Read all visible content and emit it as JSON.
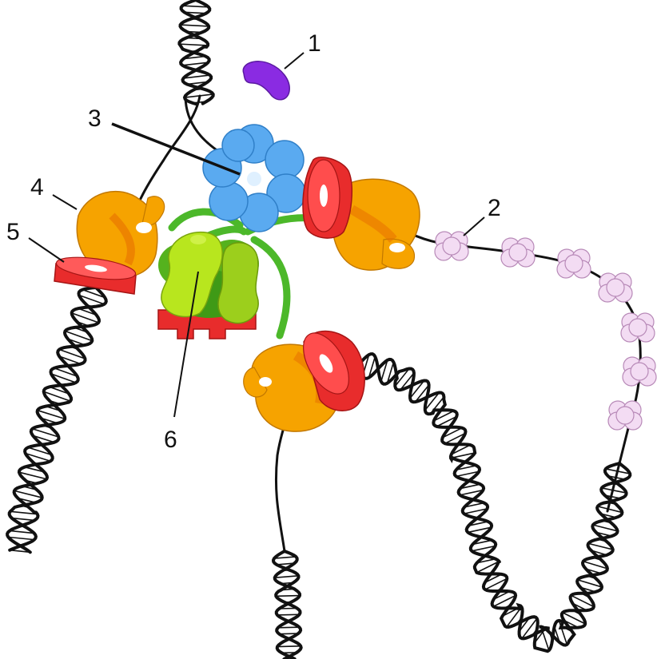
{
  "labels": {
    "l1": "1",
    "l2": "2",
    "l3": "3",
    "l4": "4",
    "l5": "5",
    "l6": "6"
  },
  "colors": {
    "primase": "#8a2be2",
    "nucleosome": "#f3dcf3",
    "helicase": "#5aaaf0",
    "polymerase": "#f6a300",
    "clamp": "#e82c2c",
    "clamp_loader_light": "#b8e61e",
    "clamp_loader_dark": "#55b21e",
    "tether": "#4cb82a",
    "dna": "#111111"
  },
  "icons": {
    "primase": "purple-bean-icon",
    "nucleosome": "nucleosome-cluster-icon",
    "helicase": "helicase-ring-icon",
    "polymerase": "polymerase-icon",
    "clamp": "clamp-ring-icon",
    "clamp_loader": "clamp-loader-icon"
  }
}
